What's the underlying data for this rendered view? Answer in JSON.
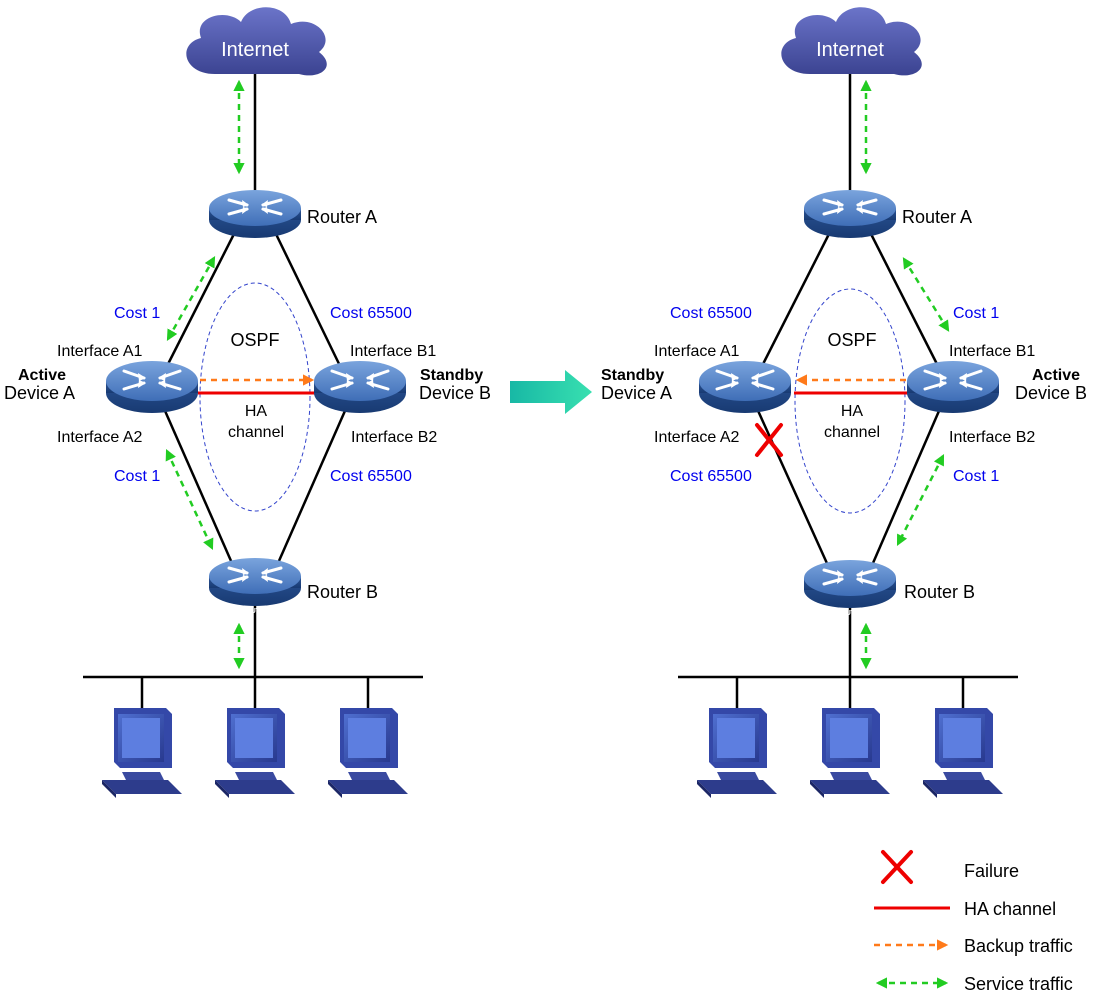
{
  "left": {
    "internet": "Internet",
    "router_a": "Router A",
    "router_b": "Router B",
    "ospf": "OSPF",
    "ha_line1": "HA",
    "ha_line2": "channel",
    "dev_a_role": "Active",
    "dev_a_name": "Device A",
    "dev_b_role": "Standby",
    "dev_b_name": "Device B",
    "if_a1": "Interface A1",
    "if_a2": "Interface A2",
    "if_b1": "Interface B1",
    "if_b2": "Interface B2",
    "cost_a1": "Cost 1",
    "cost_a2": "Cost 1",
    "cost_b1": "Cost 65500",
    "cost_b2": "Cost 65500"
  },
  "right": {
    "internet": "Internet",
    "router_a": "Router A",
    "router_b": "Router B",
    "ospf": "OSPF",
    "ha_line1": "HA",
    "ha_line2": "channel",
    "dev_a_role": "Standby",
    "dev_a_name": "Device A",
    "dev_b_role": "Active",
    "dev_b_name": "Device B",
    "if_a1": "Interface A1",
    "if_a2": "Interface A2",
    "if_b1": "Interface B1",
    "if_b2": "Interface B2",
    "cost_a1": "Cost 65500",
    "cost_a2": "Cost 65500",
    "cost_b1": "Cost 1",
    "cost_b2": "Cost 1"
  },
  "router_badge": "ROUTER",
  "legend": {
    "failure": "Failure",
    "ha_channel": "HA channel",
    "backup_traffic": "Backup traffic",
    "service_traffic": "Service traffic"
  },
  "colors": {
    "cloud": "#4a52a8",
    "device": "#3f6eb7",
    "ha_channel": "#ee0000",
    "backup_traffic": "#ff7a1a",
    "service_traffic": "#22cc22",
    "cost_text": "#0000ee",
    "failover_arrow": "#1ec9a0"
  }
}
